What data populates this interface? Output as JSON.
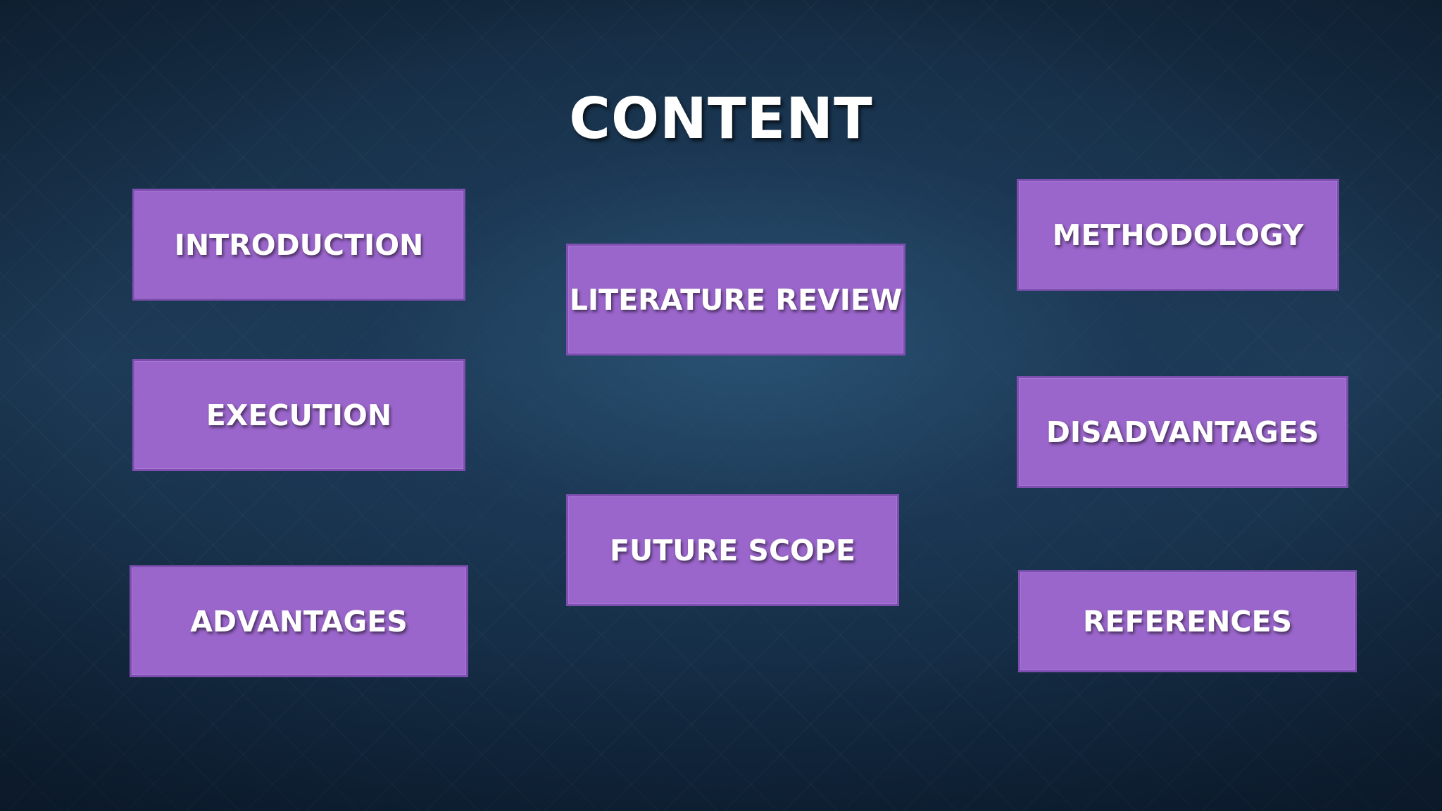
{
  "slide": {
    "title": "CONTENT",
    "items": [
      {
        "id": "introduction",
        "label": "INTRODUCTION"
      },
      {
        "id": "literature-review",
        "label": "LITERATURE REVIEW"
      },
      {
        "id": "methodology",
        "label": "METHODOLOGY"
      },
      {
        "id": "execution",
        "label": "EXECUTION"
      },
      {
        "id": "disadvantages",
        "label": "DISADVANTAGES"
      },
      {
        "id": "future-scope",
        "label": "FUTURE SCOPE"
      },
      {
        "id": "advantages",
        "label": "ADVANTAGES"
      },
      {
        "id": "references",
        "label": "REFERENCES"
      }
    ]
  },
  "colors": {
    "box_fill": "#9b66cc",
    "box_border": "#7e4fb0",
    "text": "#ffffff",
    "background": "#1a3550"
  }
}
